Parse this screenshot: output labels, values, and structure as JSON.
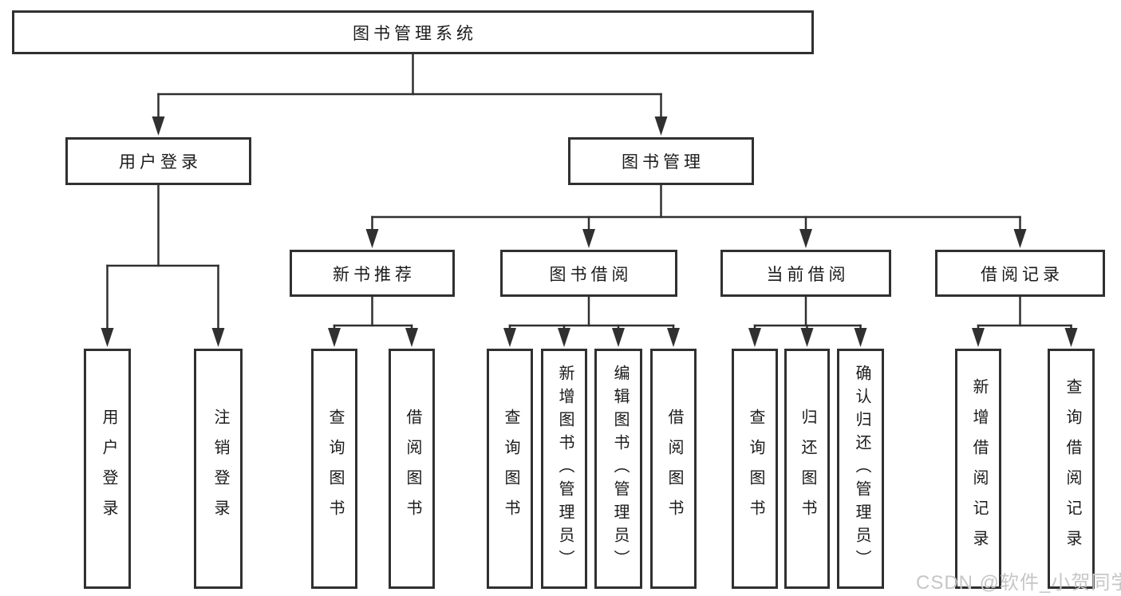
{
  "tree": {
    "label": "图书管理系统",
    "children": [
      {
        "label": "用户登录",
        "children": [
          {
            "label": "用户登录"
          },
          {
            "label": "注销登录"
          }
        ]
      },
      {
        "label": "图书管理",
        "children": [
          {
            "label": "新书推荐",
            "children": [
              {
                "label": "查询图书"
              },
              {
                "label": "借阅图书"
              }
            ]
          },
          {
            "label": "图书借阅",
            "children": [
              {
                "label": "查询图书"
              },
              {
                "label": "新增图书（管理员）"
              },
              {
                "label": "编辑图书（管理员）"
              },
              {
                "label": "借阅图书"
              }
            ]
          },
          {
            "label": "当前借阅",
            "children": [
              {
                "label": "查询图书"
              },
              {
                "label": "归还图书"
              },
              {
                "label": "确认归还（管理员）"
              }
            ]
          },
          {
            "label": "借阅记录",
            "children": [
              {
                "label": "新增借阅记录"
              },
              {
                "label": "查询借阅记录"
              }
            ]
          }
        ]
      }
    ]
  },
  "watermark": {
    "text": "CSDN @软件_小贺同学"
  },
  "colors": {
    "line": "#303030",
    "box_border": "#303030",
    "text": "#1b1b1b",
    "background": "#ffffff",
    "watermark": "#c6c6c6"
  }
}
